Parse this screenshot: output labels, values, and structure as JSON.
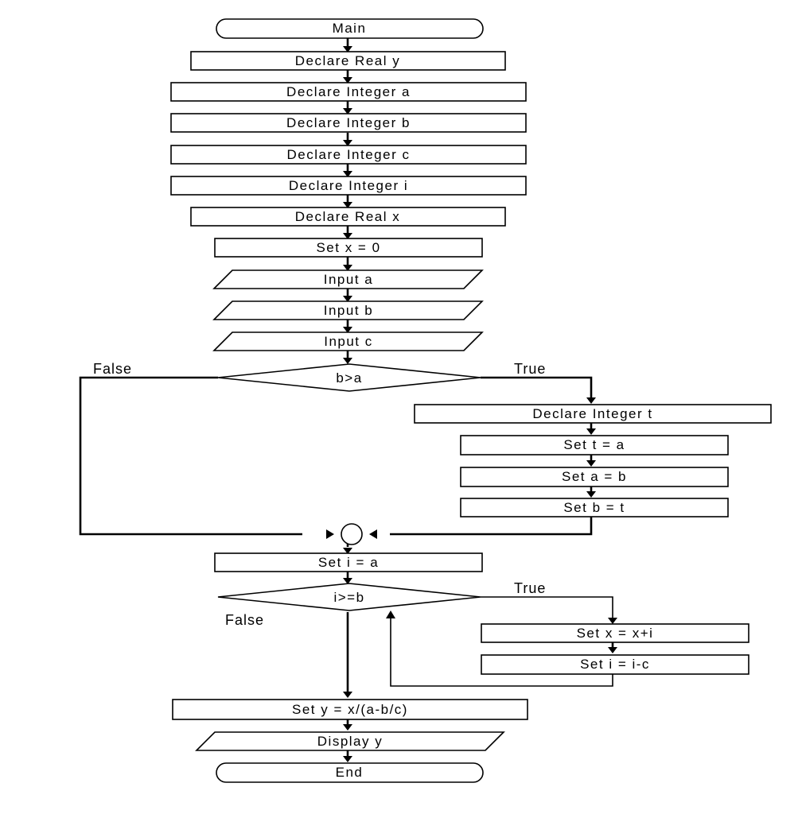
{
  "nodes": {
    "start": "Main",
    "declare_y": "Declare Real y",
    "declare_a": "Declare Integer a",
    "declare_b": "Declare Integer b",
    "declare_c": "Declare Integer c",
    "declare_i": "Declare Integer i",
    "declare_x": "Declare Real x",
    "set_x0": "Set x = 0",
    "input_a": "Input a",
    "input_b": "Input b",
    "input_c": "Input c",
    "decision1": "b>a",
    "declare_t": "Declare Integer t",
    "set_t": "Set t = a",
    "set_a": "Set a = b",
    "set_b": "Set b = t",
    "set_i": "Set i = a",
    "decision2": "i>=b",
    "set_x_loop": "Set x = x+i",
    "set_i_loop": "Set i = i-c",
    "set_y": "Set y = x/(a-b/c)",
    "display": "Display y",
    "end": "End"
  },
  "branches": {
    "d1_false": "False",
    "d1_true": "True",
    "d2_true": "True",
    "d2_false": "False"
  }
}
